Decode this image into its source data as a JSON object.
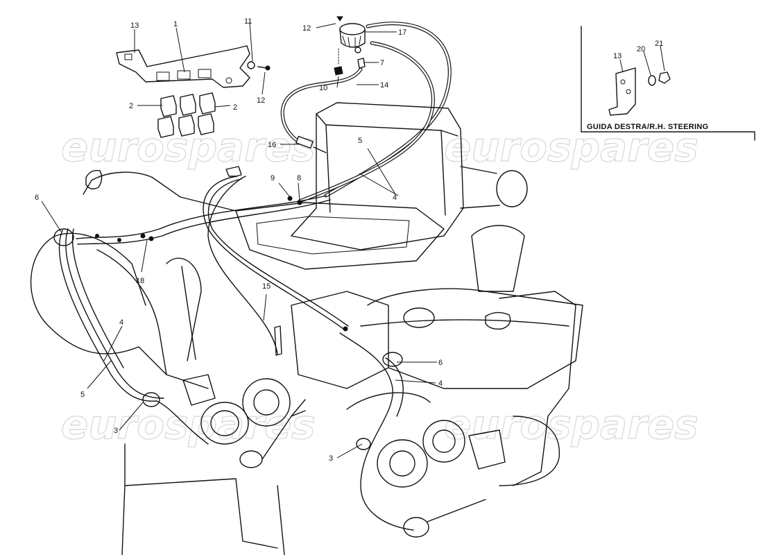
{
  "watermark": {
    "text": "eurospares"
  },
  "inset": {
    "title": "GUIDA DESTRA/R.H. STEERING"
  },
  "labels": {
    "n1": "1",
    "n2a": "2",
    "n2b": "2",
    "n3a": "3",
    "n3b": "3",
    "n4a": "4",
    "n4b": "4",
    "n4c": "4",
    "n5a": "5",
    "n5b": "5",
    "n6a": "6",
    "n6b": "6",
    "n7": "7",
    "n8": "8",
    "n9": "9",
    "n10": "10",
    "n11": "11",
    "n12a": "12",
    "n12b": "12",
    "n13a": "13",
    "n13b": "13",
    "n14": "14",
    "n15": "15",
    "n16": "16",
    "n17": "17",
    "n18": "18",
    "n20": "20",
    "n21": "21"
  }
}
